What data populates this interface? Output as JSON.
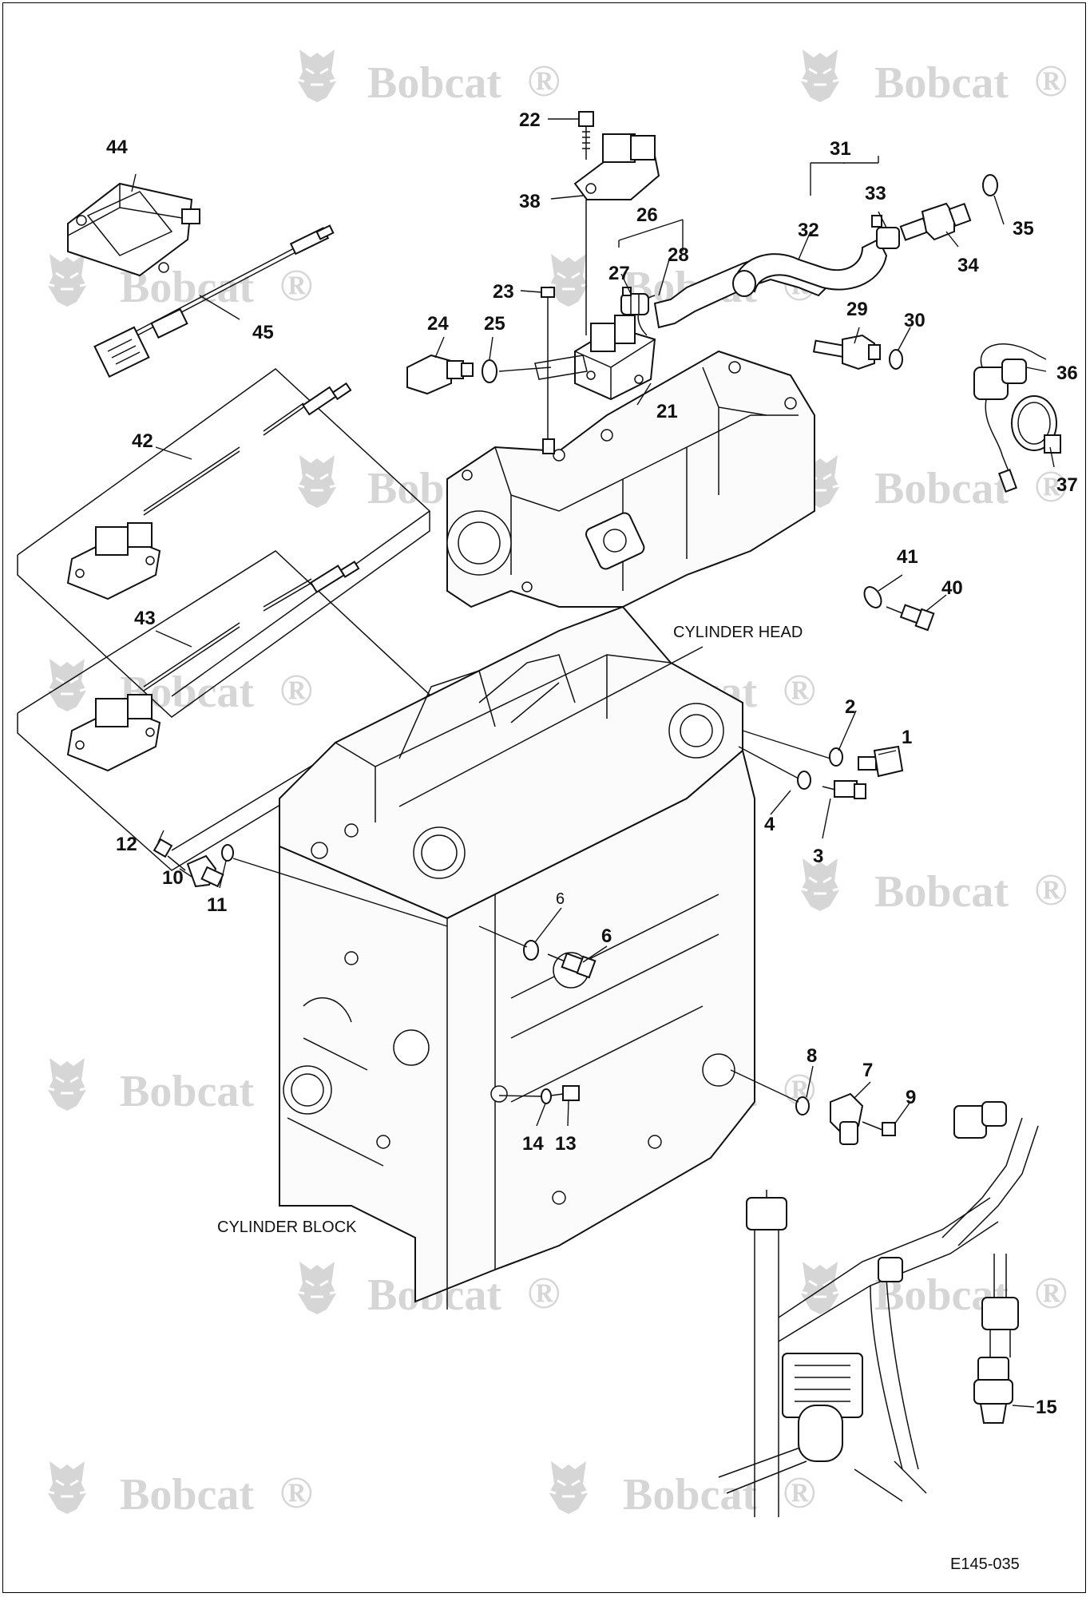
{
  "watermark": {
    "text": "Bobcat",
    "trademark": "®"
  },
  "labels": {
    "cylinder_head": "CYLINDER HEAD",
    "cylinder_block": "CYLINDER BLOCK",
    "figure_code": "E145-035"
  },
  "callouts": {
    "c1": "1",
    "c2": "2",
    "c3": "3",
    "c4": "4",
    "c6a": "6",
    "c6b": "6",
    "c7": "7",
    "c8": "8",
    "c9": "9",
    "c10": "10",
    "c11": "11",
    "c12": "12",
    "c13": "13",
    "c14": "14",
    "c15": "15",
    "c21": "21",
    "c22": "22",
    "c23": "23",
    "c24": "24",
    "c25": "25",
    "c26": "26",
    "c27": "27",
    "c28": "28",
    "c29": "29",
    "c30": "30",
    "c31": "31",
    "c32": "32",
    "c33": "33",
    "c34": "34",
    "c35": "35",
    "c36": "36",
    "c37": "37",
    "c38": "38",
    "c40": "40",
    "c41": "41",
    "c42": "42",
    "c43": "43",
    "c44": "44",
    "c45": "45"
  },
  "colors": {
    "line": "#111111",
    "watermark": "#d6d6d6",
    "background": "#ffffff"
  }
}
